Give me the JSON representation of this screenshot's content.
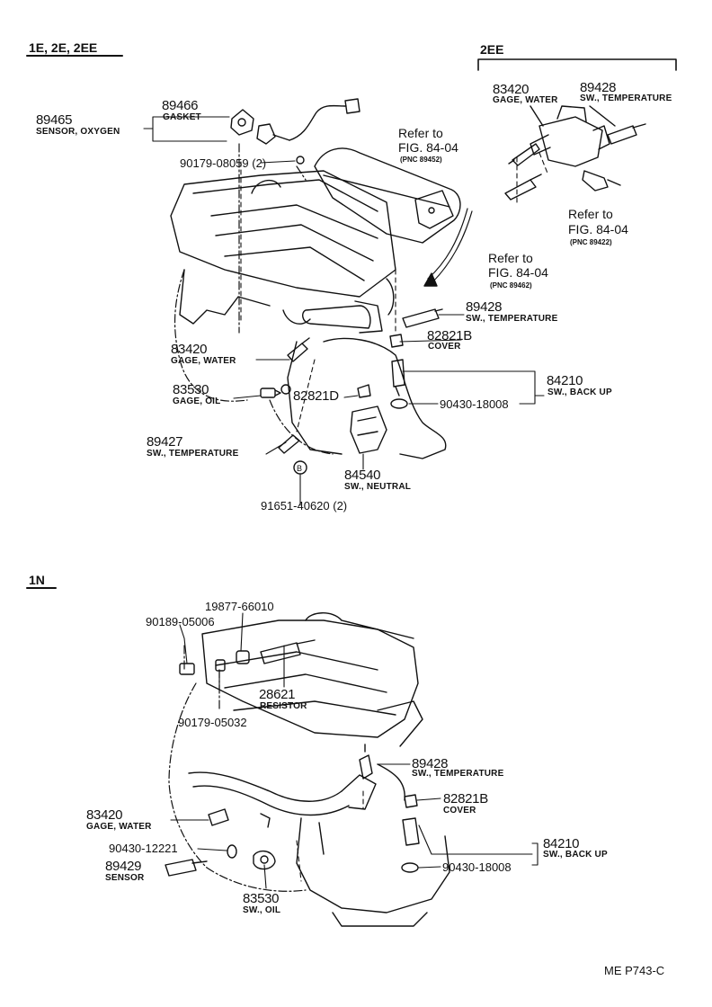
{
  "sections": {
    "top_header": "1E, 2E, 2EE",
    "bottom_header": "1N",
    "ee_header": "2EE"
  },
  "top": {
    "p89465": {
      "pn": "89465",
      "desc": "SENSOR, OXYGEN"
    },
    "p89466": {
      "pn": "89466",
      "desc": "GASKET"
    },
    "p90179_08059": {
      "pn": "90179-08059 (2)"
    },
    "ref_a": {
      "line1": "Refer to",
      "line2": "FIG. 84-04",
      "pnc": "(PNC 89452)"
    },
    "p89428": {
      "pn": "89428",
      "desc": "SW., TEMPERATURE"
    },
    "p82821b": {
      "pn": "82821B",
      "desc": "COVER"
    },
    "p84210": {
      "pn": "84210",
      "desc": "SW., BACK UP"
    },
    "p90430_18008": {
      "pn": "90430-18008"
    },
    "p83420": {
      "pn": "83420",
      "desc": "GAGE, WATER"
    },
    "p83530": {
      "pn": "83530",
      "desc": "GAGE, OIL"
    },
    "p82821d": {
      "pn": "82821D"
    },
    "p89427": {
      "pn": "89427",
      "desc": "SW., TEMPERATURE"
    },
    "p84540": {
      "pn": "84540",
      "desc": "SW., NEUTRAL"
    },
    "p91651": {
      "pn": "91651-40620 (2)"
    }
  },
  "ee": {
    "p83420": {
      "pn": "83420",
      "desc": "GAGE, WATER"
    },
    "p89428": {
      "pn": "89428",
      "desc": "SW., TEMPERATURE"
    },
    "ref_b": {
      "line1": "Refer to",
      "line2": "FIG. 84-04",
      "pnc": "(PNC 89422)"
    },
    "ref_c": {
      "line1": "Refer to",
      "line2": "FIG. 84-04",
      "pnc": "(PNC 89462)"
    }
  },
  "bottom": {
    "p19877": {
      "pn": "19877-66010"
    },
    "p90189": {
      "pn": "90189-05006"
    },
    "p28621": {
      "pn": "28621",
      "desc": "RESISTOR"
    },
    "p90179_05032": {
      "pn": "90179-05032"
    },
    "p89428": {
      "pn": "89428",
      "desc": "SW., TEMPERATURE"
    },
    "p82821b": {
      "pn": "82821B",
      "desc": "COVER"
    },
    "p84210": {
      "pn": "84210",
      "desc": "SW., BACK UP"
    },
    "p90430_18008": {
      "pn": "90430-18008"
    },
    "p83420": {
      "pn": "83420",
      "desc": "GAGE, WATER"
    },
    "p90430_12221": {
      "pn": "90430-12221"
    },
    "p89429": {
      "pn": "89429",
      "desc": "SENSOR"
    },
    "p83530": {
      "pn": "83530",
      "desc": "SW., OIL"
    }
  },
  "footer_code": "ME P743-C",
  "colors": {
    "ink": "#111111",
    "paper": "#ffffff"
  }
}
